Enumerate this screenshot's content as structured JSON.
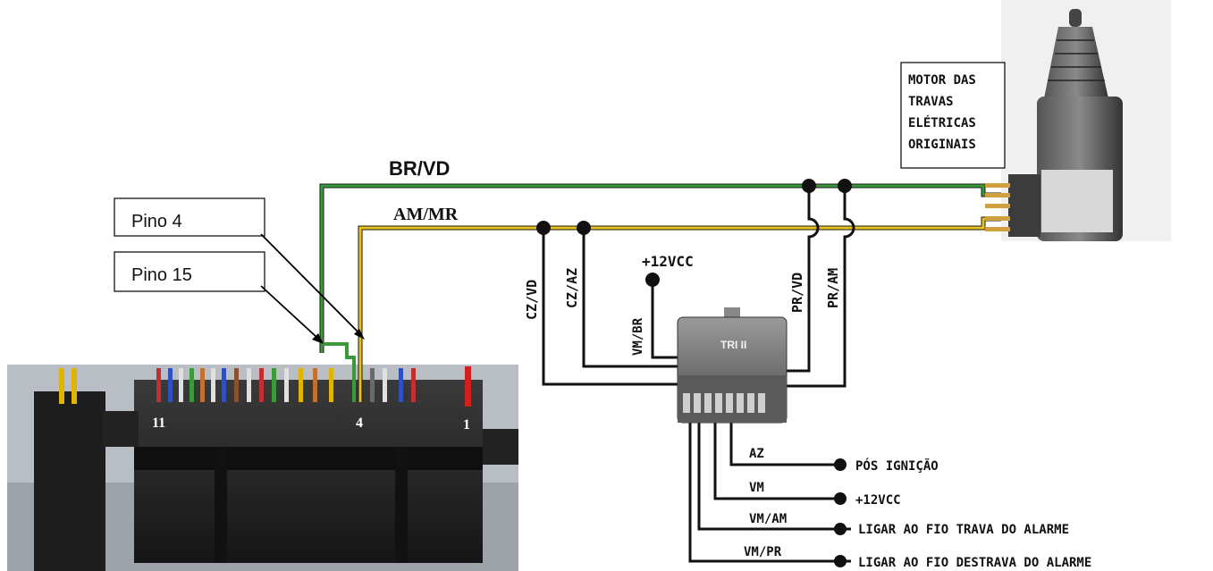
{
  "wires": {
    "green_label": "BR/VD",
    "yellow_label": "AM/MR"
  },
  "callouts": {
    "pin4": "Pino 4",
    "pin15": "Pino 15"
  },
  "connector": {
    "pin_11": "11",
    "pin_4": "4",
    "pin_1": "1"
  },
  "motor_box": {
    "lines": [
      "MOTOR DAS",
      "TRAVAS",
      "ELÉTRICAS",
      "ORIGINAIS"
    ]
  },
  "module": {
    "name": "TRI II"
  },
  "vertical_labels": {
    "cz_vd": "CZ/VD",
    "cz_az": "CZ/AZ",
    "vm_br": "VM/BR",
    "pr_vd": "PR/VD",
    "pr_am": "PR/AM"
  },
  "supply": {
    "label": "+12VCC"
  },
  "outputs": [
    {
      "wire": "AZ",
      "desc": "PÓS IGNIÇÃO"
    },
    {
      "wire": "VM",
      "desc": "+12VCC"
    },
    {
      "wire": "VM/AM",
      "desc": "LIGAR AO FIO TRAVA DO ALARME"
    },
    {
      "wire": "VM/PR",
      "desc": "LIGAR AO FIO DESTRAVA DO ALARME"
    }
  ],
  "colors": {
    "green_wire": "#3a9a3a",
    "yellow_wire": "#e8c21a",
    "connector_body": "#2a2a2a",
    "module_body": "#6e6e6e"
  }
}
